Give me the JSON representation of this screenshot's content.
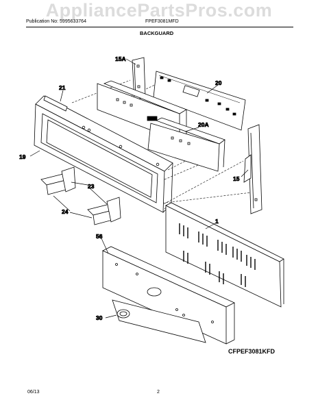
{
  "watermark": "AppliancePartsPros.com",
  "header": {
    "publication": "Publication No: 5995633764",
    "model": "FPEF3081MFD",
    "section_title": "BACKGUARD"
  },
  "callouts": {
    "c15A": "15A",
    "c20": "20",
    "c21": "21",
    "c20A": "20A",
    "c19": "19",
    "c15": "15",
    "c23": "23",
    "c24": "24",
    "c1": "1",
    "c56": "56",
    "c30": "30"
  },
  "diagram_code": "CFPEF3081KFD",
  "footer": {
    "date": "06/13",
    "page": "2"
  },
  "colors": {
    "watermark": "#dcdcdc",
    "line": "#000000"
  }
}
